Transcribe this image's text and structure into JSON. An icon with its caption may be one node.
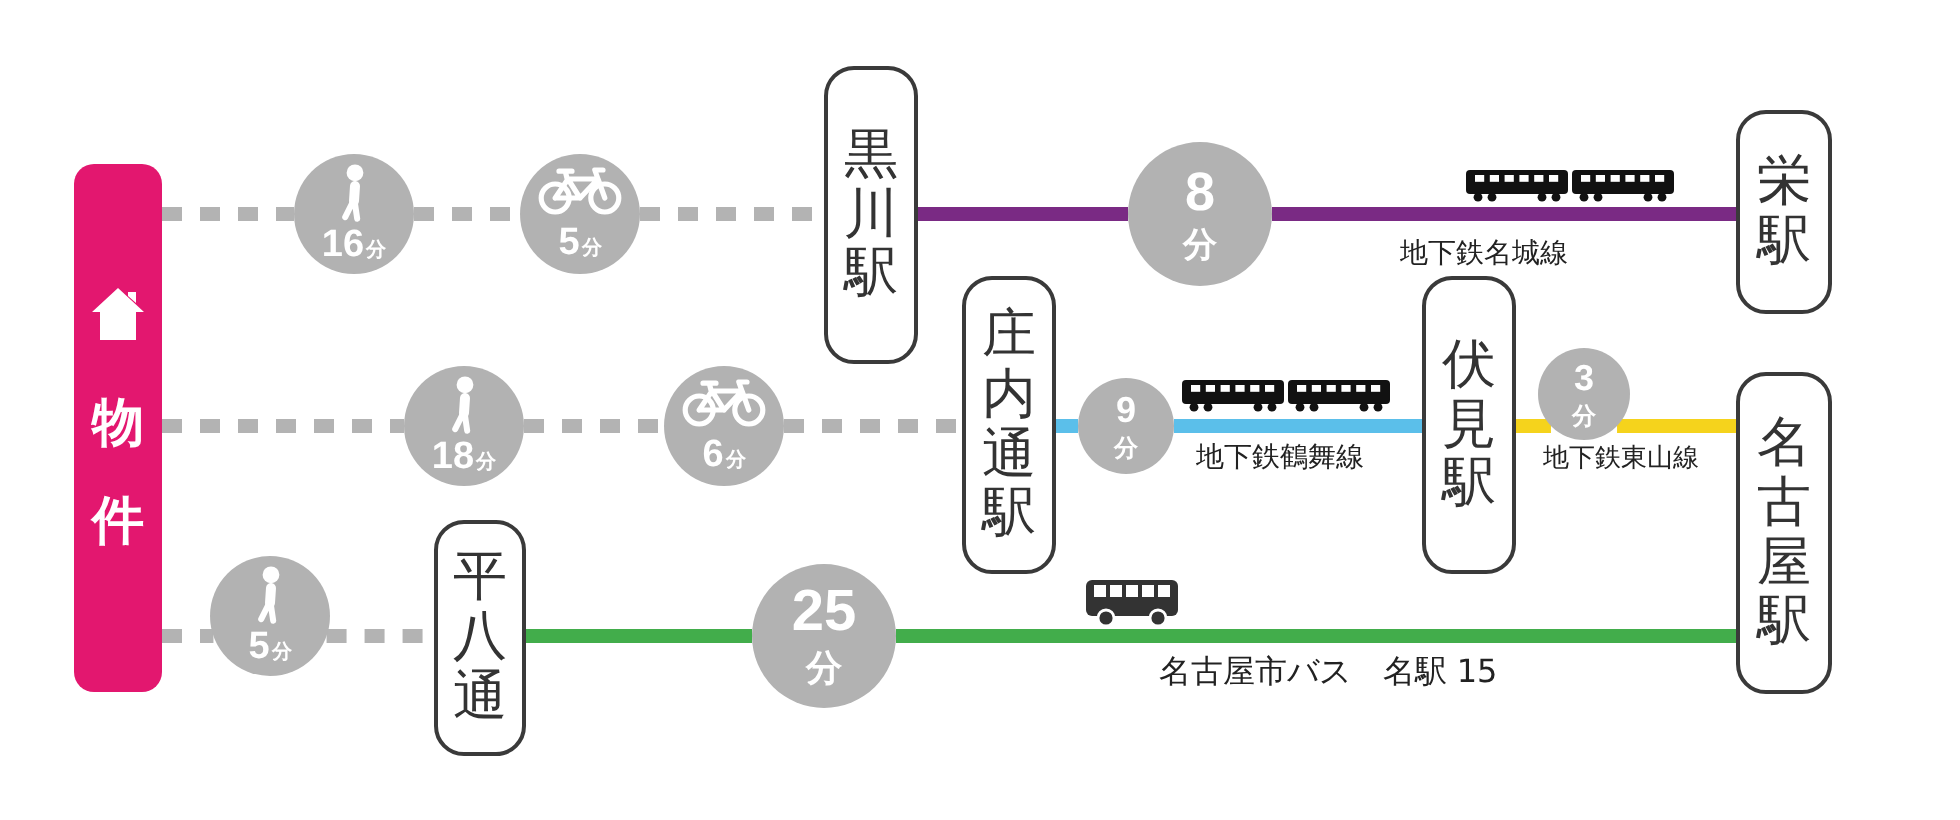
{
  "diagram": {
    "nodes": [
      {
        "text": [
          "物件"
        ]
      },
      {
        "text": [
          "16",
          "分"
        ]
      },
      {
        "text": [
          "5",
          "分"
        ]
      },
      {
        "text": [
          "黒川駅"
        ]
      },
      {
        "text": [
          "8",
          "分"
        ]
      },
      {
        "text": [
          "栄駅"
        ]
      },
      {
        "text": [
          "18",
          "分"
        ]
      },
      {
        "text": [
          "6",
          "分"
        ]
      },
      {
        "text": [
          "庄内通駅"
        ]
      },
      {
        "text": [
          "9",
          "分"
        ]
      },
      {
        "text": [
          "伏見駅"
        ]
      },
      {
        "text": [
          "3",
          "分"
        ]
      },
      {
        "text": [
          "名古屋駅"
        ]
      },
      {
        "text": [
          "5",
          "分"
        ]
      },
      {
        "text": [
          "平八通"
        ]
      },
      {
        "text": [
          "25",
          "分"
        ]
      }
    ],
    "edges": [
      {
        "from": 0,
        "to": 1,
        "arrow": "none",
        "style": "dashed",
        "color": "#b3b3b3"
      },
      {
        "from": 1,
        "to": 2,
        "arrow": "none",
        "style": "dashed",
        "color": "#b3b3b3"
      },
      {
        "from": 2,
        "to": 3,
        "arrow": "none",
        "style": "dashed",
        "color": "#b3b3b3"
      },
      {
        "from": 3,
        "to": 4,
        "arrow": "none",
        "color": "#7a2a84"
      },
      {
        "from": 4,
        "to": 5,
        "arrow": "none",
        "color": "#7a2a84",
        "label": "地下鉄名城線"
      },
      {
        "from": 0,
        "to": 6,
        "arrow": "none",
        "style": "dashed",
        "color": "#b3b3b3"
      },
      {
        "from": 6,
        "to": 7,
        "arrow": "none",
        "style": "dashed",
        "color": "#b3b3b3"
      },
      {
        "from": 7,
        "to": 8,
        "arrow": "none",
        "style": "dashed",
        "color": "#b3b3b3"
      },
      {
        "from": 8,
        "to": 9,
        "arrow": "none",
        "color": "#5bbfea"
      },
      {
        "from": 9,
        "to": 10,
        "arrow": "none",
        "color": "#5bbfea",
        "label": "地下鉄鶴舞線"
      },
      {
        "from": 10,
        "to": 11,
        "arrow": "none",
        "color": "#f5d31c"
      },
      {
        "from": 11,
        "to": 12,
        "arrow": "none",
        "color": "#f5d31c",
        "label": "地下鉄東山線"
      },
      {
        "from": 0,
        "to": 13,
        "arrow": "none",
        "style": "dashed",
        "color": "#b3b3b3"
      },
      {
        "from": 13,
        "to": 14,
        "arrow": "none",
        "style": "dashed",
        "color": "#b3b3b3"
      },
      {
        "from": 14,
        "to": 15,
        "arrow": "none",
        "color": "#42ad4b"
      },
      {
        "from": 15,
        "to": 12,
        "arrow": "none",
        "color": "#42ad4b",
        "label": "名古屋市バス　名駅 15"
      }
    ]
  }
}
